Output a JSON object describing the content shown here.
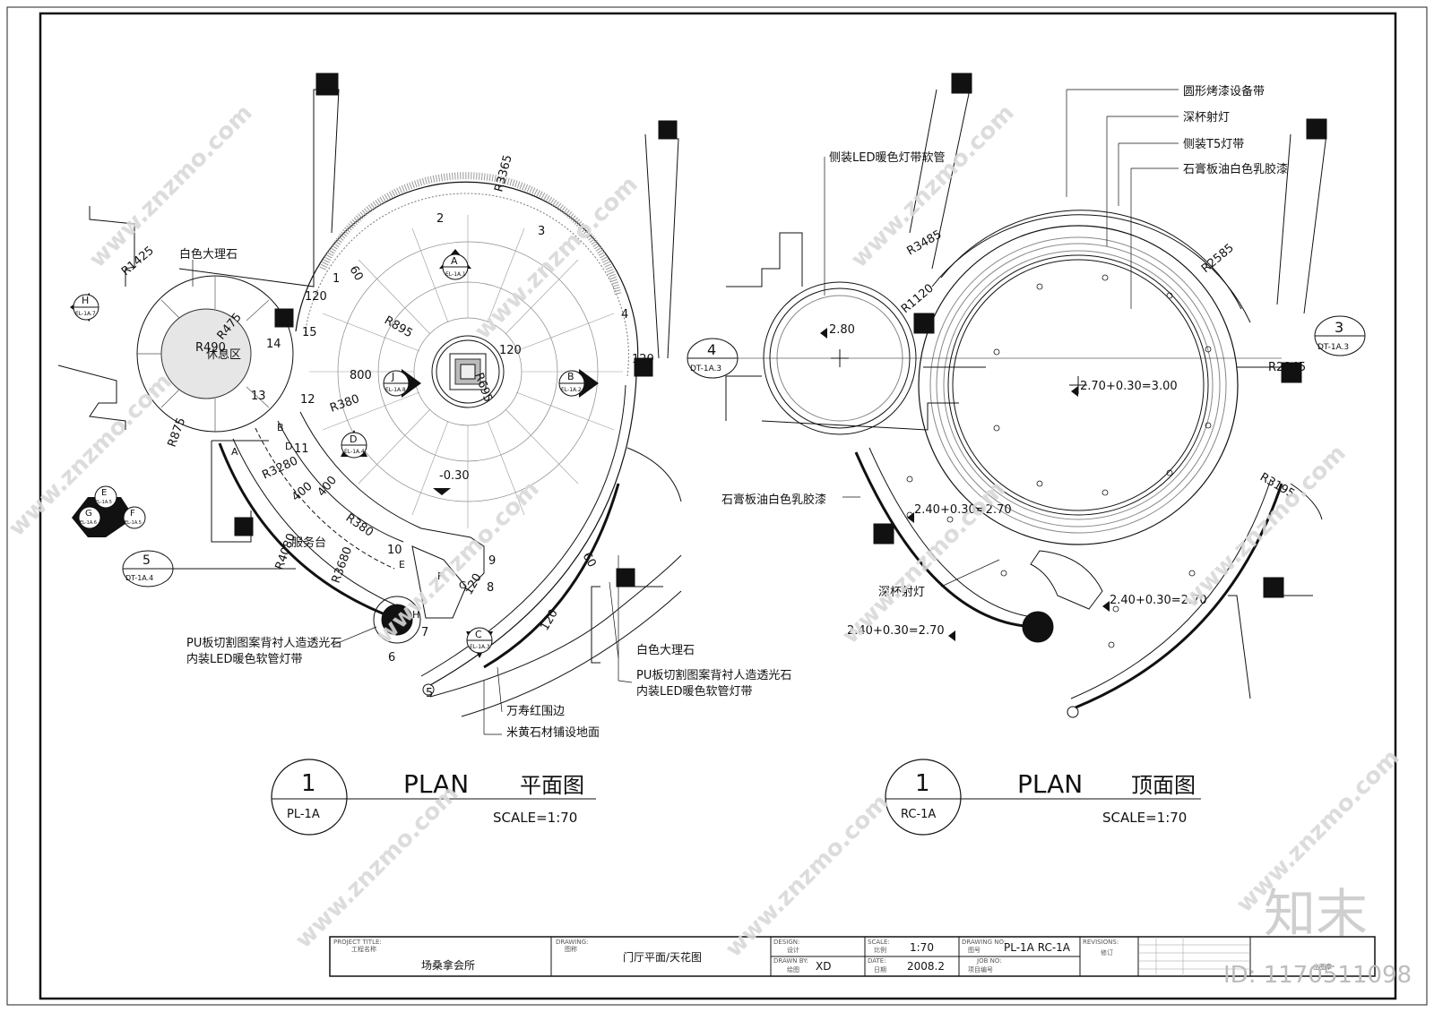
{
  "plan_left": {
    "title_en": "PLAN",
    "title_cn": "平面图",
    "number": "1",
    "sheet_ref": "PL-1A",
    "scale": "SCALE=1:70",
    "labels": {
      "marble_white": "白色大理石",
      "rest_area": "休息区",
      "service_desk": "服务台",
      "pu_line1": "PU板切割图案背衬人造透光石",
      "pu_line2": "内装LED暖色软管灯带",
      "marble_white_2": "白色大理石",
      "pu2_line1": "PU板切割图案背衬人造透光石",
      "pu2_line2": "内装LED暖色软管灯带",
      "red_border": "万寿红围边",
      "floor_stone": "米黄石材铺设地面",
      "level": "-0.30"
    },
    "dims": [
      "R3365",
      "R1425",
      "R490",
      "R475",
      "R875",
      "R895",
      "R695",
      "R380",
      "R3280",
      "R380",
      "R4080",
      "R3680",
      "800",
      "400",
      "400",
      "120",
      "120",
      "120",
      "120",
      "120",
      "60",
      "60"
    ],
    "point_numbers": [
      "1",
      "2",
      "3",
      "4",
      "5",
      "6",
      "7",
      "8",
      "9",
      "10",
      "11",
      "12",
      "13",
      "14",
      "15"
    ],
    "point_letters": [
      "A",
      "B",
      "C",
      "D",
      "E",
      "F",
      "G",
      "H",
      "J"
    ],
    "markers": [
      {
        "letter": "A",
        "ref": "EL-1A.1"
      },
      {
        "letter": "B",
        "ref": "EL-1A.2"
      },
      {
        "letter": "C",
        "ref": "EL-1A.3"
      },
      {
        "letter": "D",
        "ref": "EL-1A.4"
      },
      {
        "letter": "J",
        "ref": "EL-1A.8"
      },
      {
        "letter": "H",
        "ref": "EL-1A.7"
      },
      {
        "letter": "E",
        "ref": "EL-1A.5"
      },
      {
        "letter": "F",
        "ref": "EL-1A.5"
      },
      {
        "letter": "G",
        "ref": "EL-1A.6"
      }
    ],
    "detail_callout": {
      "number": "5",
      "ref": "DT-1A.4"
    }
  },
  "plan_right": {
    "title_en": "PLAN",
    "title_cn": "顶面图",
    "number": "1",
    "sheet_ref": "RC-1A",
    "scale": "SCALE=1:70",
    "labels": {
      "led_side": "侧装LED暖色灯带软管",
      "round_paint": "圆形烤漆设备带",
      "deep_cup": "深杯射灯",
      "t5": "侧装T5灯带",
      "gypsum_1": "石膏板油白色乳胶漆",
      "gypsum_2": "石膏板油白色乳胶漆",
      "deep_cup_2": "深杯射灯"
    },
    "dims": [
      "R3485",
      "R1120",
      "R2585",
      "R2845",
      "R3195"
    ],
    "levels": [
      "2.80",
      "2.70+0.30=3.00",
      "2.40+0.30=2.70",
      "2.40+0.30=2.70",
      "2.40+0.30=2.70"
    ],
    "callout_4": {
      "number": "4",
      "ref": "DT-1A.3"
    },
    "callout_3": {
      "number": "3",
      "ref": "DT-1A.3"
    }
  },
  "title_block": {
    "project_title_en": "PROJECT TITLE:",
    "project_title_cn": "工程名称",
    "project_name": "场桑拿会所",
    "drawing_en": "DRAWING:",
    "drawing_cn": "图称",
    "drawing_name": "门厅平面/天花图",
    "design_en": "DESIGN:",
    "design_cn": "设计",
    "drawn_en": "DRAWN BY:",
    "drawn_cn": "绘图",
    "drawn_value": "XD",
    "scale_en": "SCALE:",
    "scale_cn": "比例",
    "scale_value": "1:70",
    "date_en": "DATE:",
    "date_cn": "日期",
    "date_value": "2008.2",
    "drawing_no_en": "DRAWING NO:",
    "drawing_no_cn": "图号",
    "drawing_no_value": "PL-1A RC-1A",
    "job_no_en": "JOB NO:",
    "job_no_cn": "项目编号",
    "revisions_en": "REVISIONS:",
    "revisions_cn": "修订",
    "stamp_cn": "出图章"
  },
  "watermark": {
    "site": "www.znzmo.com",
    "brand": "知末",
    "id": "ID: 1170511098"
  }
}
